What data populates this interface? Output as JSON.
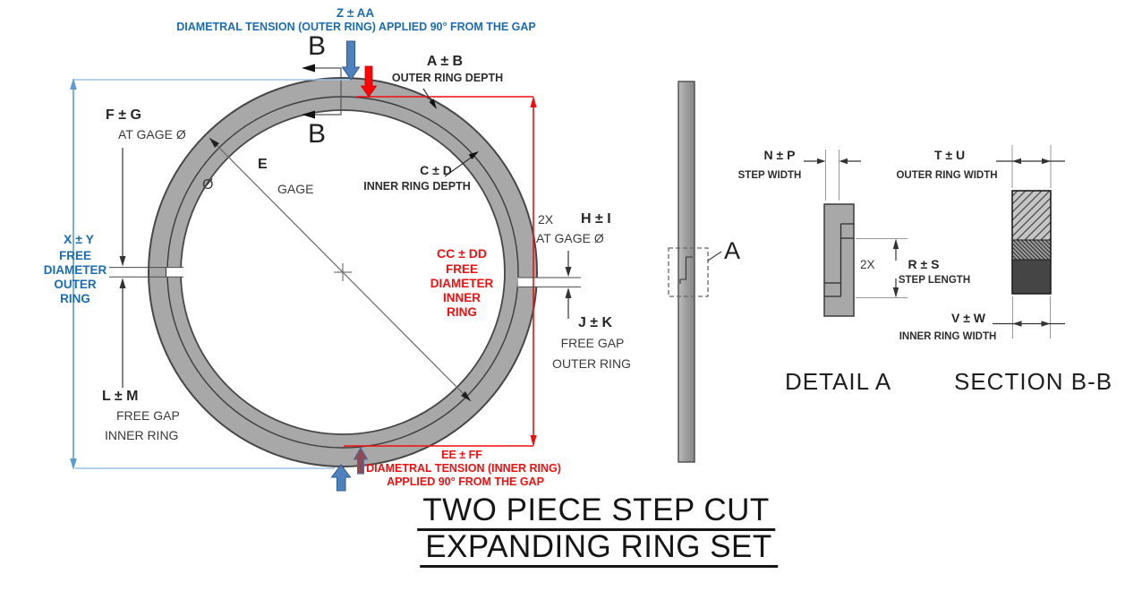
{
  "title": {
    "line1": "TWO PIECE STEP CUT",
    "line2": "EXPANDING RING SET"
  },
  "front_view": {
    "tension_outer": {
      "value": "Z  ±  AA",
      "desc": "DIAMETRAL TENSION (OUTER RING) APPLIED 90° FROM THE GAP"
    },
    "section_marker_top": "B",
    "section_marker_bottom": "B",
    "outer_ring_depth": {
      "value": "A ± B",
      "desc": "OUTER RING DEPTH"
    },
    "inner_ring_depth": {
      "value": "C ± D",
      "desc": "INNER RING DEPTH"
    },
    "gage": {
      "value": "E",
      "label": "GAGE",
      "symbol": "Ø"
    },
    "gage_gap_left": {
      "value": "F ± G",
      "desc": "AT GAGE Ø"
    },
    "free_diameter_outer": {
      "value": "X  ±  Y",
      "desc": "FREE\nDIAMETER\nOUTER\nRING"
    },
    "free_diameter_inner": {
      "value": "CC  ±  DD",
      "desc": "FREE\nDIAMETER\nINNER\nRING"
    },
    "gage_gap_right": {
      "qty": "2X",
      "value": "H ± I",
      "desc": "AT GAGE Ø"
    },
    "free_gap_outer": {
      "value": "J  ± K",
      "desc": "FREE GAP",
      "ring": "OUTER RING"
    },
    "free_gap_inner": {
      "value": "L ± M",
      "desc": "FREE GAP",
      "ring": "INNER RING"
    },
    "tension_inner": {
      "value": "EE  ±  FF",
      "desc1": "DIAMETRAL TENSION (INNER RING)",
      "desc2": "APPLIED 90° FROM THE GAP"
    },
    "detail_marker": "A"
  },
  "detail_a": {
    "label": "DETAIL A",
    "step_width": {
      "value": "N ± P",
      "desc": "STEP WIDTH"
    },
    "step_length": {
      "qty": "2X",
      "value": "R ± S",
      "desc": "STEP LENGTH"
    }
  },
  "section_bb": {
    "label": "SECTION B-B",
    "outer_ring_width": {
      "value": "T  ± U",
      "desc": "OUTER RING WIDTH"
    },
    "inner_ring_width": {
      "value": "V ± W",
      "desc": "INNER RING WIDTH"
    }
  },
  "colors": {
    "blue_label": "#1b6cb5",
    "red_label": "#ed1111",
    "tension_arrow_blue": "#4f81bd",
    "tension_arrow_red": "#fb0707",
    "tension_arrow_maroon": "#8c4a55",
    "dimension_light_blue": "#9cc3e8",
    "ring_gray": "#a8a8a8"
  }
}
